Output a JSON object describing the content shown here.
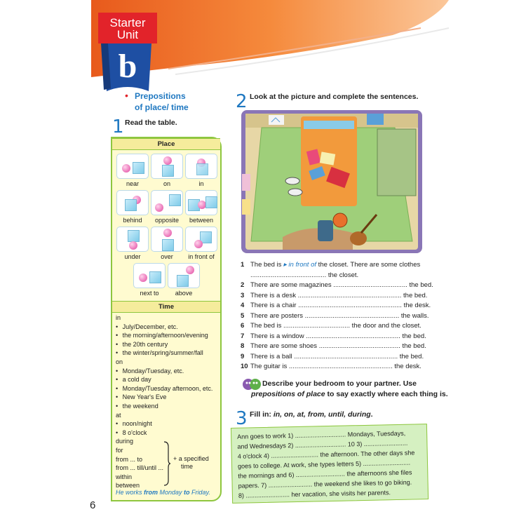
{
  "unit": {
    "line1": "Starter",
    "line2": "Unit",
    "letter": "b"
  },
  "topic": {
    "line1": "Prepositions",
    "line2": "of place/ time"
  },
  "section1": {
    "number": "1",
    "instruction": "Read the table.",
    "place_header": "Place",
    "place_items": [
      "near",
      "on",
      "in",
      "behind",
      "opposite",
      "between",
      "under",
      "over",
      "in front of",
      "next to",
      "above"
    ],
    "time_header": "Time",
    "time_lines": [
      {
        "text": "in",
        "bullet": false
      },
      {
        "text": "July/December, etc.",
        "bullet": true
      },
      {
        "text": "the morning/afternoon/evening",
        "bullet": true
      },
      {
        "text": "the 20th century",
        "bullet": true
      },
      {
        "text": "the winter/spring/summer/fall",
        "bullet": true
      },
      {
        "text": "on",
        "bullet": false
      },
      {
        "text": "Monday/Tuesday, etc.",
        "bullet": true
      },
      {
        "text": "a cold day",
        "bullet": true
      },
      {
        "text": "Monday/Tuesday afternoon, etc.",
        "bullet": true
      },
      {
        "text": "New Year's Eve",
        "bullet": true
      },
      {
        "text": "the weekend",
        "bullet": true
      },
      {
        "text": "at",
        "bullet": false
      },
      {
        "text": "noon/night",
        "bullet": true
      },
      {
        "text": "8 o'clock",
        "bullet": true
      },
      {
        "text": "during",
        "bullet": false
      },
      {
        "text": "for",
        "bullet": false
      },
      {
        "text": "from ... to",
        "bullet": false
      },
      {
        "text": "from ... till/until ...",
        "bullet": false
      },
      {
        "text": "within",
        "bullet": false
      },
      {
        "text": "between",
        "bullet": false
      }
    ],
    "specified_note_1": "+ a specified",
    "specified_note_2": "time",
    "example_pre": "He works ",
    "example_from": "from",
    "example_mid": " Monday ",
    "example_to": "to",
    "example_post": " Friday."
  },
  "section2": {
    "number": "2",
    "instruction": "Look at the picture and complete the sentences.",
    "sentences": [
      {
        "n": "1",
        "pre": "The bed is ",
        "answer": "▸ in front of",
        "post": " the closet. There are some clothes"
      },
      {
        "n": "",
        "pre": "",
        "answer": "",
        ".": "",
        "post": "......................................... the closet."
      },
      {
        "n": "2",
        "pre": "There are some magazines ",
        "answer": "",
        "post": "........................................ the bed."
      },
      {
        "n": "3",
        "pre": "There is a desk ",
        "answer": "",
        "post": "........................................................ the bed."
      },
      {
        "n": "4",
        "pre": "There is a chair ",
        "answer": "",
        "post": "........................................................ the desk."
      },
      {
        "n": "5",
        "pre": "There are posters ",
        "answer": "",
        "post": "................................................... the walls."
      },
      {
        "n": "6",
        "pre": "The bed is ",
        "answer": "",
        "post": ".................................... the door and the closet."
      },
      {
        "n": "7",
        "pre": "There is a window ",
        "answer": "",
        "post": "................................................... the bed."
      },
      {
        "n": "8",
        "pre": "There are some shoes ",
        "answer": "",
        "post": "............................................ the bed."
      },
      {
        "n": "9",
        "pre": "There is a ball ",
        "answer": "",
        "post": "........................................................ the bed."
      },
      {
        "n": "10",
        "pre": "The guitar is ",
        "answer": "",
        "post": "........................................................ the desk."
      }
    ],
    "speaking_1": "Describe your bedroom to your partner. Use",
    "speaking_2a": "prepositions of place",
    "speaking_2b": " to say exactly where each thing is."
  },
  "section3": {
    "number": "3",
    "instruction_pre": "Fill in: ",
    "instruction_words": "in, on, at, from, until, during",
    "instruction_post": ".",
    "lines": [
      "Ann goes to work 1) ............................. Mondays, Tuesdays,",
      "and Wednesdays 2) ............................. 10 3) .........................",
      "4 o'clock 4) ........................... the afternoon. The other days she",
      "goes to college. At work, she types letters 5) ...........................",
      "the mornings and 6) ............................ the afternoons she files",
      "papers. 7) ......................... the weekend she likes to go biking.",
      "8) ......................... her vacation, she visits her parents."
    ]
  },
  "page_number": "6",
  "colors": {
    "accent_blue": "#1f78c1",
    "badge_blue": "#1e4fa3",
    "badge_red": "#e2232a",
    "table_green": "#8ec63f",
    "header_orange": "#f07a2a"
  }
}
